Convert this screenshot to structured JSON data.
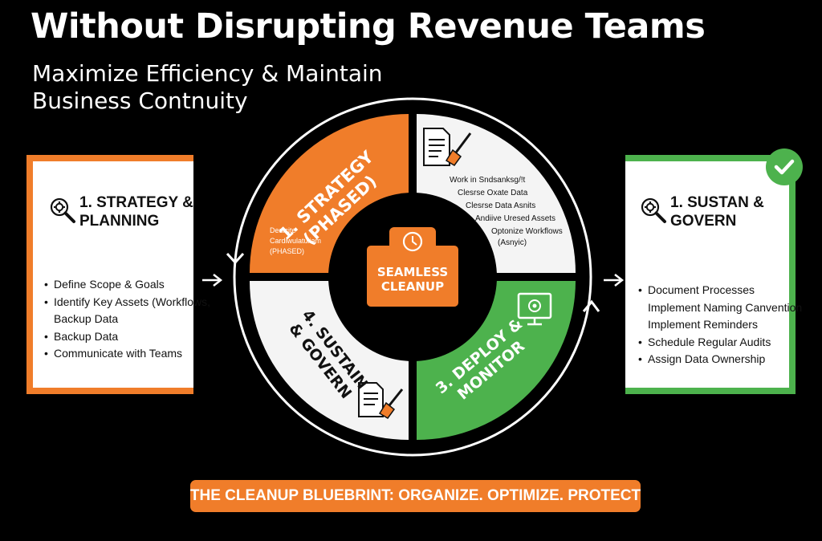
{
  "header": {
    "title": "Without Disrupting Revenue Teams",
    "subtitle_line1": "Maximize Efficiency & Maintain",
    "subtitle_line2": "Business Contnuity"
  },
  "left_panel": {
    "title_line1": "1. STRATEGY &",
    "title_line2": "PLANNING",
    "items": [
      "Define Scope & Goals",
      "Identify Key Assets (Workflows,",
      "Backup Data",
      "Backup Data",
      "Communicate with Teams"
    ]
  },
  "right_panel": {
    "title_line1": "1. SUSTAN &",
    "title_line2": "GOVERN",
    "items": [
      "Document Processes",
      "Implement Naming Canvention",
      "Implement Reminders",
      "Schedule Regular Audits",
      "Assign Data Ownership"
    ]
  },
  "cycle": {
    "strategy_line1": "1. STRATEGY",
    "strategy_line2": "(PHASED)",
    "strategy_note_line1": "Dedicite",
    "strategy_note_line2": "Cardiwulatuliam",
    "strategy_note_line3": "(PHASED)",
    "cleanse_notes": [
      "Work in Sndsanksg/!t",
      "Clesrse Oxate Data",
      "Clesrse Data Asnits",
      "Andiive Uresed Assets",
      "Optonize Workflows",
      "(Asnyic)"
    ],
    "sustain_line1": "4. SUSTAIN",
    "sustain_line2": "& GOVERN",
    "deploy_line1": "3. DEPLOY &",
    "deploy_line2": "MONITOR"
  },
  "core": {
    "line1": "SEAMLESS",
    "line2": "CLEANUP"
  },
  "banner": {
    "text": "THE CLEANUP BLUEBRINT: ORGANIZE. OPTIMIZE. PROTECT"
  },
  "colors": {
    "orange": "#f07d2a",
    "green": "#4db24d",
    "white": "#ffffff",
    "background": "#000000"
  }
}
